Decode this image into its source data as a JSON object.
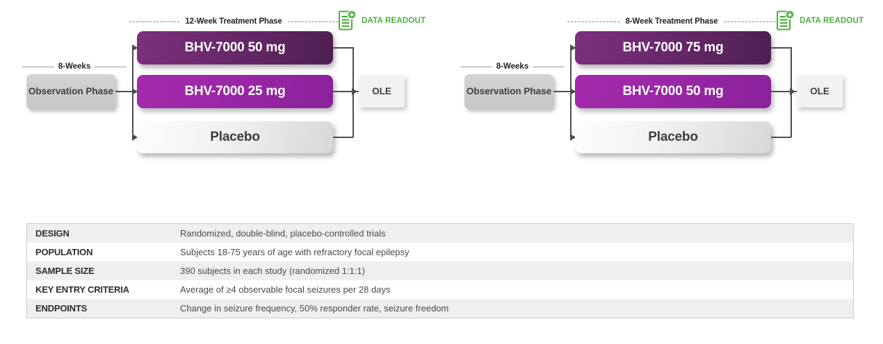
{
  "studies": [
    {
      "id": "study-1",
      "observation": {
        "weeks_label": "8-Weeks",
        "box_label": "Observation Phase"
      },
      "phase_title": "12-Week Treatment Phase",
      "readout_label": "DATA READOUT",
      "readout_icon": "document-download-icon",
      "arms": [
        {
          "label": "BHV-7000 50 mg",
          "kind": "high"
        },
        {
          "label": "BHV-7000 25 mg",
          "kind": "mid"
        },
        {
          "label": "Placebo",
          "kind": "placebo"
        }
      ],
      "extension_label": "OLE"
    },
    {
      "id": "study-2",
      "observation": {
        "weeks_label": "8-Weeks",
        "box_label": "Observation Phase"
      },
      "phase_title": "8-Week Treatment Phase",
      "readout_label": "DATA READOUT",
      "readout_icon": "document-download-icon",
      "arms": [
        {
          "label": "BHV-7000 75 mg",
          "kind": "high"
        },
        {
          "label": "BHV-7000 50 mg",
          "kind": "mid"
        },
        {
          "label": "Placebo",
          "kind": "placebo"
        }
      ],
      "extension_label": "OLE"
    }
  ],
  "table": {
    "rows": [
      {
        "key": "DESIGN",
        "value": "Randomized, double-blind, placebo-controlled trials"
      },
      {
        "key": "POPULATION",
        "value": "Subjects 18-75 years of age with refractory focal epilepsy"
      },
      {
        "key": "SAMPLE SIZE",
        "value": "390 subjects in each study (randomized 1:1:1)"
      },
      {
        "key": "KEY ENTRY CRITERIA",
        "value": "Average of ≥4 observable focal seizures per 28 days"
      },
      {
        "key": "ENDPOINTS",
        "value": "Change in seizure frequency, 50% responder rate, seizure freedom"
      }
    ]
  },
  "colors": {
    "high_dose": "#6e2a6f",
    "mid_dose": "#9c27a8",
    "placebo": "#f0f0f0",
    "readout_green": "#4caf3d",
    "observation_gray": "#cccccc"
  }
}
